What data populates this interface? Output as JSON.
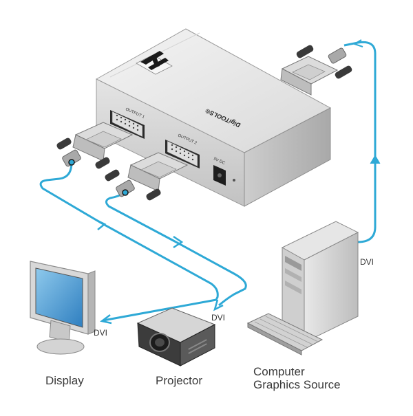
{
  "connection": {
    "dvi_display": "DVI",
    "dvi_projector": "DVI",
    "dvi_source": "DVI"
  },
  "devices": {
    "display": "Display",
    "projector": "Projector",
    "source_line1": "Computer",
    "source_line2": "Graphics Source"
  },
  "unit": {
    "output1": "OUTPUT 1",
    "output2": "OUTPUT 2",
    "power": "5V DC",
    "brand": "DigiTOOLS®"
  },
  "colors": {
    "cable": "#2ea9d6",
    "metal_light": "#ececec",
    "metal_mid": "#cfcfcf",
    "metal_dark": "#9a9a9a"
  }
}
